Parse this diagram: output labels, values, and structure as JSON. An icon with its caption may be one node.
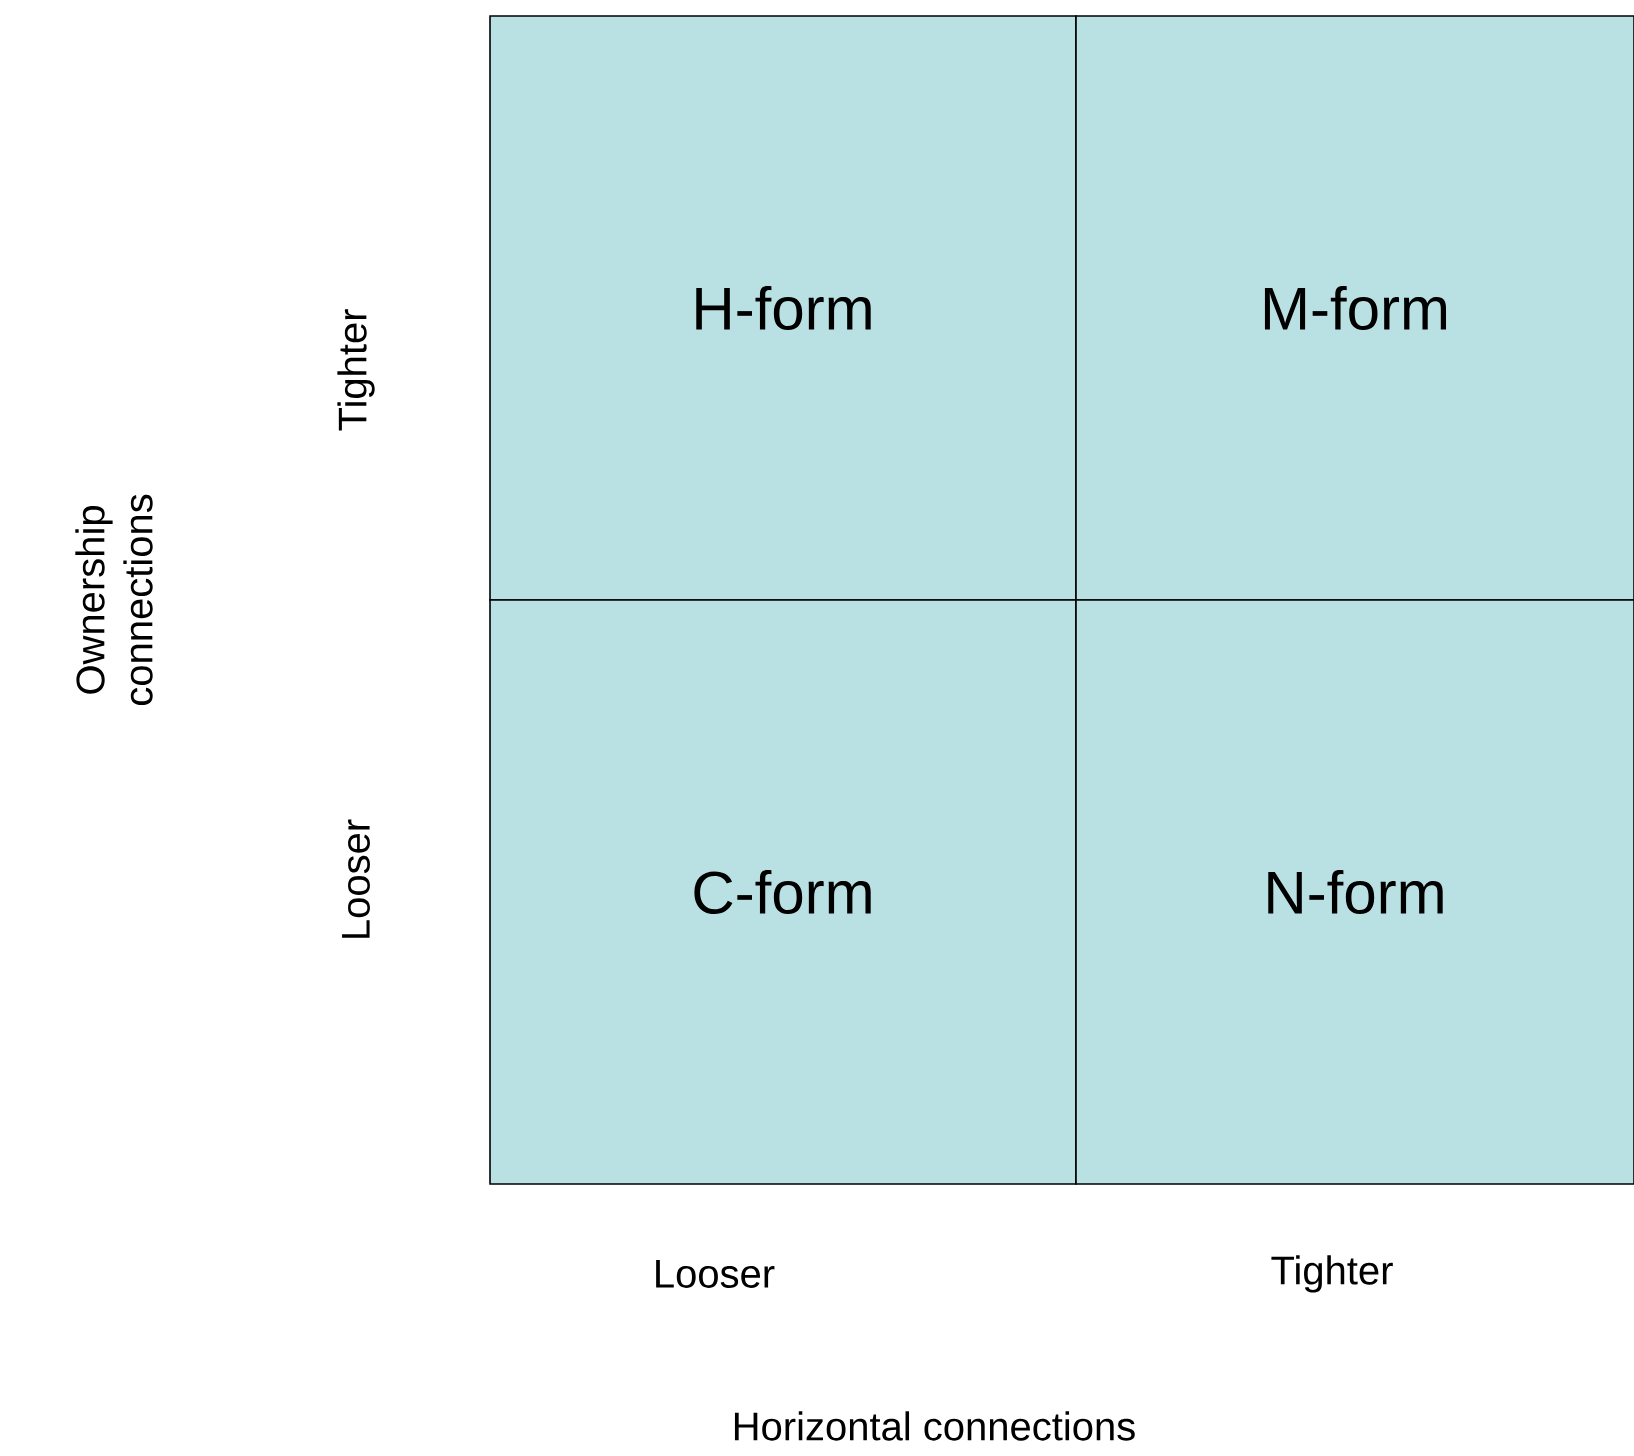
{
  "diagram": {
    "nodes": [
      {
        "text": [
          "H-form"
        ]
      },
      {
        "text": [
          "M-form"
        ]
      },
      {
        "text": [
          "C-form"
        ]
      },
      {
        "text": [
          "N-form"
        ]
      }
    ],
    "labels": [
      "Ownership connections",
      "Tighter",
      "Looser",
      "Looser",
      "Tighter",
      "Horizontal connections"
    ]
  }
}
